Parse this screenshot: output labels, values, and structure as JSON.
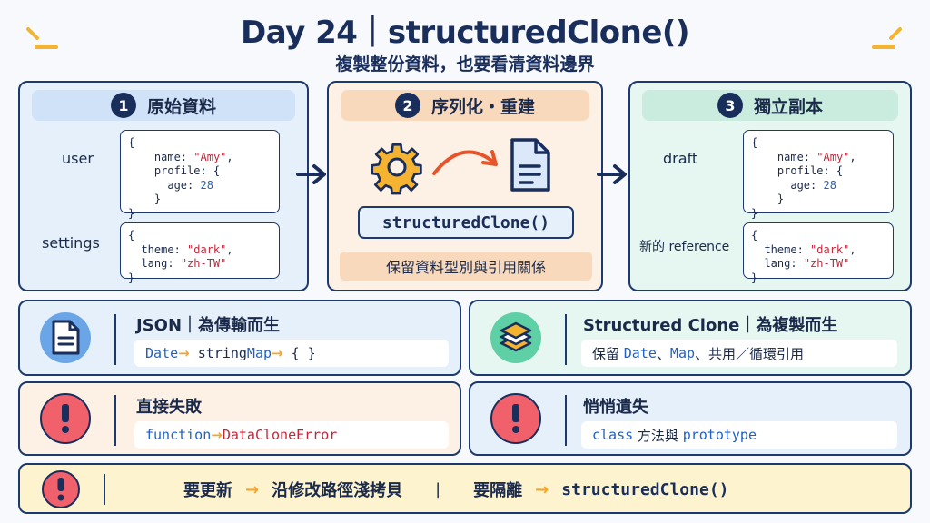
{
  "title": "Day 24｜structuredClone()",
  "subtitle": "複製整份資料，也要看清資料邊界",
  "colors": {
    "navy": "#1a2e5c",
    "red": "#c0283a",
    "blue": "#2060c8",
    "orange": "#f4a62a",
    "yellow": "#f4b431"
  },
  "step1": {
    "number": "1",
    "title": "原始資料",
    "user_label": "user",
    "user_code": {
      "open": "{",
      "name_key": "name: ",
      "name_val": "\"Amy\"",
      "comma": ",",
      "profile_key": "profile: {",
      "age_key": "age: ",
      "age_val": "28",
      "inner_close": "}",
      "close": "}"
    },
    "settings_label": "settings",
    "settings_code": {
      "open": "{",
      "theme_key": "theme: ",
      "theme_val": "\"dark\"",
      "comma": ",",
      "lang_key": "lang: ",
      "lang_val": "\"zh-TW\"",
      "close": "}"
    }
  },
  "step2": {
    "number": "2",
    "title": "序列化・重建",
    "icons": [
      "gear-icon",
      "curved-arrow-icon",
      "document-icon"
    ],
    "method": "structuredClone()",
    "note": "保留資料型別與引用關係"
  },
  "step3": {
    "number": "3",
    "title": "獨立副本",
    "draft_label": "draft",
    "draft_code": {
      "open": "{",
      "name_key": "name: ",
      "name_val": "\"Amy\"",
      "comma": ",",
      "profile_key": "profile: {",
      "age_key": "age: ",
      "age_val": "28",
      "inner_close": "}",
      "close": "}"
    },
    "ref_label": "新的 reference",
    "ref_code": {
      "open": "{",
      "theme_key": "theme: ",
      "theme_val": "\"dark\"",
      "comma": ",",
      "lang_key": "lang: ",
      "lang_val": "\"zh-TW\"",
      "close": "}"
    }
  },
  "json_card": {
    "title": "JSON｜為傳輸而生",
    "t1": "Date",
    "arrow": "→",
    "t2": " string",
    "t3": "Map",
    "t4": " { }"
  },
  "sc_card": {
    "title": "Structured Clone｜為複製而生",
    "p1": "保留 ",
    "p2": "Date",
    "p3": "、",
    "p4": "Map",
    "p5": "、共用／循環引用"
  },
  "fail_card": {
    "title": "直接失敗",
    "t1": "function",
    "arrow": "→",
    "t2": "DataCloneError"
  },
  "silent_card": {
    "title": "悄悄遺失",
    "t1": "class",
    "t2": " 方法與 ",
    "t3": "prototype"
  },
  "bottom": {
    "left": "要更新",
    "arrow": "→",
    "left2": "沿修改路徑淺拷貝",
    "sep": "|",
    "right": "要隔離",
    "right2": "structuredClone()"
  }
}
